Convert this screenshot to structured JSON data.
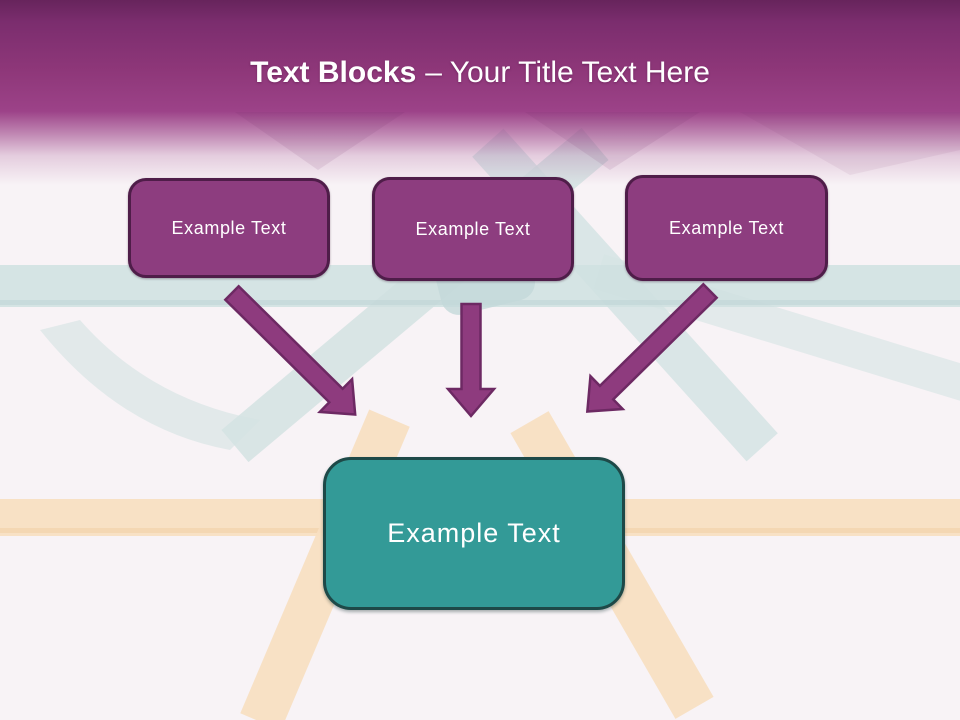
{
  "title": {
    "bold": "Text Blocks",
    "regular": "– Your Title Text Here",
    "full": "Text Blocks – Your Title Text Here"
  },
  "diagram": {
    "source_blocks": [
      {
        "label": "Example Text"
      },
      {
        "label": "Example Text"
      },
      {
        "label": "Example Text"
      }
    ],
    "target_block": {
      "label": "Example Text"
    },
    "connectors": [
      {
        "icon": "arrow-down-right-icon"
      },
      {
        "icon": "arrow-down-icon"
      },
      {
        "icon": "arrow-down-left-icon"
      }
    ]
  },
  "colors": {
    "header_purple_dark": "#67245c",
    "header_purple": "#9c4288",
    "source_box_fill": "#8d3d7f",
    "source_box_border": "#4f1d49",
    "target_box_fill": "#339a97",
    "target_box_border": "#1e4948",
    "arrow_fill": "#8e3b7e",
    "arrow_stroke": "#6d2963",
    "ribbon_teal": "#cfe0e0",
    "ribbon_peach": "#f8dfc2",
    "background": "#f8f3f6",
    "title_text": "#ffffff"
  }
}
